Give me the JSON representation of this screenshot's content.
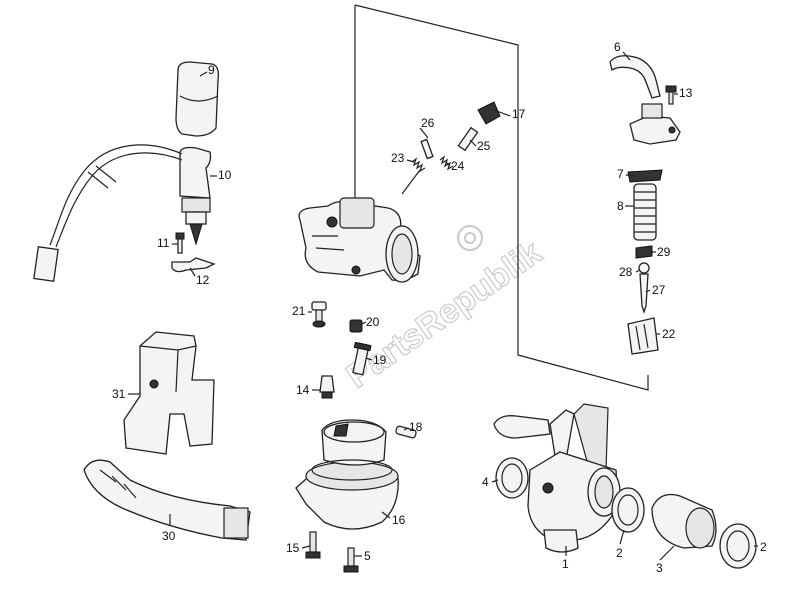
{
  "watermark": "PartsRepublik",
  "callouts": [
    {
      "id": "c1",
      "text": "1"
    },
    {
      "id": "c2a",
      "text": "2"
    },
    {
      "id": "c2b",
      "text": "2"
    },
    {
      "id": "c3",
      "text": "3"
    },
    {
      "id": "c4",
      "text": "4"
    },
    {
      "id": "c5",
      "text": "5"
    },
    {
      "id": "c6",
      "text": "6"
    },
    {
      "id": "c7",
      "text": "7"
    },
    {
      "id": "c8",
      "text": "8"
    },
    {
      "id": "c9",
      "text": "9"
    },
    {
      "id": "c10",
      "text": "10"
    },
    {
      "id": "c11",
      "text": "11"
    },
    {
      "id": "c12",
      "text": "12"
    },
    {
      "id": "c13",
      "text": "13"
    },
    {
      "id": "c14",
      "text": "14"
    },
    {
      "id": "c15",
      "text": "15"
    },
    {
      "id": "c16",
      "text": "16"
    },
    {
      "id": "c17",
      "text": "17"
    },
    {
      "id": "c18",
      "text": "18"
    },
    {
      "id": "c19",
      "text": "19"
    },
    {
      "id": "c20",
      "text": "20"
    },
    {
      "id": "c21",
      "text": "21"
    },
    {
      "id": "c22",
      "text": "22"
    },
    {
      "id": "c23",
      "text": "23"
    },
    {
      "id": "c24",
      "text": "24"
    },
    {
      "id": "c25",
      "text": "25"
    },
    {
      "id": "c26",
      "text": "26"
    },
    {
      "id": "c27",
      "text": "27"
    },
    {
      "id": "c28",
      "text": "28"
    },
    {
      "id": "c29",
      "text": "29"
    },
    {
      "id": "c30",
      "text": "30"
    },
    {
      "id": "c31",
      "text": "31"
    }
  ]
}
